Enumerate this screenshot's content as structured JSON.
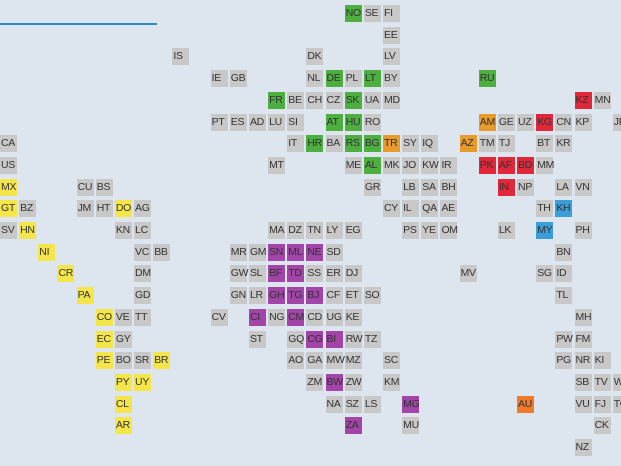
{
  "colors": {
    "background": "#dde6ee",
    "rule": "#2f86c8",
    "default_tile": "#c8c8c8",
    "green": "#4caf3f",
    "yellow": "#f4e64a",
    "purple": "#a244a8",
    "orange": "#e89a2a",
    "red": "#e0283a",
    "blue": "#3a9fd8",
    "bright_orange": "#f07a2a"
  },
  "tiles": [
    {
      "code": "NO",
      "color": "green"
    },
    {
      "code": "SE",
      "color": "default_tile"
    },
    {
      "code": "FI",
      "color": "default_tile"
    },
    {
      "code": "EE",
      "color": "default_tile"
    },
    {
      "code": "IS",
      "color": "default_tile"
    },
    {
      "code": "DK",
      "color": "default_tile"
    },
    {
      "code": "LV",
      "color": "default_tile"
    },
    {
      "code": "IE",
      "color": "default_tile"
    },
    {
      "code": "GB",
      "color": "default_tile"
    },
    {
      "code": "NL",
      "color": "default_tile"
    },
    {
      "code": "DE",
      "color": "green"
    },
    {
      "code": "PL",
      "color": "default_tile"
    },
    {
      "code": "LT",
      "color": "green"
    },
    {
      "code": "BY",
      "color": "default_tile"
    },
    {
      "code": "RU",
      "color": "green"
    },
    {
      "code": "FR",
      "color": "green"
    },
    {
      "code": "BE",
      "color": "default_tile"
    },
    {
      "code": "CH",
      "color": "default_tile"
    },
    {
      "code": "CZ",
      "color": "default_tile"
    },
    {
      "code": "SK",
      "color": "green"
    },
    {
      "code": "UA",
      "color": "default_tile"
    },
    {
      "code": "MD",
      "color": "default_tile"
    },
    {
      "code": "KZ",
      "color": "red"
    },
    {
      "code": "MN",
      "color": "default_tile"
    },
    {
      "code": "PT",
      "color": "default_tile"
    },
    {
      "code": "ES",
      "color": "default_tile"
    },
    {
      "code": "AD",
      "color": "default_tile"
    },
    {
      "code": "LU",
      "color": "default_tile"
    },
    {
      "code": "SI",
      "color": "default_tile"
    },
    {
      "code": "AT",
      "color": "green"
    },
    {
      "code": "HU",
      "color": "green"
    },
    {
      "code": "RO",
      "color": "default_tile"
    },
    {
      "code": "AM",
      "color": "orange"
    },
    {
      "code": "GE",
      "color": "default_tile"
    },
    {
      "code": "UZ",
      "color": "default_tile"
    },
    {
      "code": "KG",
      "color": "red"
    },
    {
      "code": "CN",
      "color": "default_tile"
    },
    {
      "code": "KP",
      "color": "default_tile"
    },
    {
      "code": "JP",
      "color": "default_tile"
    },
    {
      "code": "CA",
      "color": "default_tile"
    },
    {
      "code": "IT",
      "color": "default_tile"
    },
    {
      "code": "HR",
      "color": "green"
    },
    {
      "code": "BA",
      "color": "default_tile"
    },
    {
      "code": "RS",
      "color": "green"
    },
    {
      "code": "BG",
      "color": "green"
    },
    {
      "code": "TR",
      "color": "orange"
    },
    {
      "code": "SY",
      "color": "default_tile"
    },
    {
      "code": "IQ",
      "color": "default_tile"
    },
    {
      "code": "AZ",
      "color": "orange"
    },
    {
      "code": "TM",
      "color": "default_tile"
    },
    {
      "code": "TJ",
      "color": "default_tile"
    },
    {
      "code": "BT",
      "color": "default_tile"
    },
    {
      "code": "KR",
      "color": "default_tile"
    },
    {
      "code": "US",
      "color": "default_tile"
    },
    {
      "code": "MT",
      "color": "default_tile"
    },
    {
      "code": "ME",
      "color": "default_tile"
    },
    {
      "code": "AL",
      "color": "green"
    },
    {
      "code": "MK",
      "color": "default_tile"
    },
    {
      "code": "JO",
      "color": "default_tile"
    },
    {
      "code": "KW",
      "color": "default_tile"
    },
    {
      "code": "IR",
      "color": "default_tile"
    },
    {
      "code": "PK",
      "color": "red"
    },
    {
      "code": "AF",
      "color": "red"
    },
    {
      "code": "BD",
      "color": "red"
    },
    {
      "code": "MM",
      "color": "default_tile"
    },
    {
      "code": "MX",
      "color": "yellow"
    },
    {
      "code": "CU",
      "color": "default_tile"
    },
    {
      "code": "BS",
      "color": "default_tile"
    },
    {
      "code": "GR",
      "color": "default_tile"
    },
    {
      "code": "LB",
      "color": "default_tile"
    },
    {
      "code": "SA",
      "color": "default_tile"
    },
    {
      "code": "BH",
      "color": "default_tile"
    },
    {
      "code": "IN",
      "color": "red"
    },
    {
      "code": "NP",
      "color": "default_tile"
    },
    {
      "code": "LA",
      "color": "default_tile"
    },
    {
      "code": "VN",
      "color": "default_tile"
    },
    {
      "code": "GT",
      "color": "yellow"
    },
    {
      "code": "BZ",
      "color": "default_tile"
    },
    {
      "code": "JM",
      "color": "default_tile"
    },
    {
      "code": "HT",
      "color": "default_tile"
    },
    {
      "code": "DO",
      "color": "yellow"
    },
    {
      "code": "AG",
      "color": "default_tile"
    },
    {
      "code": "CY",
      "color": "default_tile"
    },
    {
      "code": "IL",
      "color": "default_tile"
    },
    {
      "code": "QA",
      "color": "default_tile"
    },
    {
      "code": "AE",
      "color": "default_tile"
    },
    {
      "code": "TH",
      "color": "default_tile"
    },
    {
      "code": "KH",
      "color": "blue"
    },
    {
      "code": "SV",
      "color": "default_tile"
    },
    {
      "code": "HN",
      "color": "yellow"
    },
    {
      "code": "KN",
      "color": "default_tile"
    },
    {
      "code": "LC",
      "color": "default_tile"
    },
    {
      "code": "MA",
      "color": "default_tile"
    },
    {
      "code": "DZ",
      "color": "default_tile"
    },
    {
      "code": "TN",
      "color": "default_tile"
    },
    {
      "code": "LY",
      "color": "default_tile"
    },
    {
      "code": "EG",
      "color": "default_tile"
    },
    {
      "code": "PS",
      "color": "default_tile"
    },
    {
      "code": "YE",
      "color": "default_tile"
    },
    {
      "code": "OM",
      "color": "default_tile"
    },
    {
      "code": "LK",
      "color": "default_tile"
    },
    {
      "code": "MY",
      "color": "blue"
    },
    {
      "code": "PH",
      "color": "default_tile"
    },
    {
      "code": "NI",
      "color": "yellow"
    },
    {
      "code": "VC",
      "color": "default_tile"
    },
    {
      "code": "BB",
      "color": "default_tile"
    },
    {
      "code": "MR",
      "color": "default_tile"
    },
    {
      "code": "GM",
      "color": "default_tile"
    },
    {
      "code": "SN",
      "color": "purple"
    },
    {
      "code": "ML",
      "color": "purple"
    },
    {
      "code": "NE",
      "color": "purple"
    },
    {
      "code": "SD",
      "color": "default_tile"
    },
    {
      "code": "BN",
      "color": "default_tile"
    },
    {
      "code": "CR",
      "color": "yellow"
    },
    {
      "code": "DM",
      "color": "default_tile"
    },
    {
      "code": "GW",
      "color": "default_tile"
    },
    {
      "code": "SL",
      "color": "default_tile"
    },
    {
      "code": "BF",
      "color": "purple"
    },
    {
      "code": "TD",
      "color": "purple"
    },
    {
      "code": "SS",
      "color": "default_tile"
    },
    {
      "code": "ER",
      "color": "default_tile"
    },
    {
      "code": "DJ",
      "color": "default_tile"
    },
    {
      "code": "MV",
      "color": "default_tile"
    },
    {
      "code": "SG",
      "color": "default_tile"
    },
    {
      "code": "ID",
      "color": "default_tile"
    },
    {
      "code": "PA",
      "color": "yellow"
    },
    {
      "code": "GD",
      "color": "default_tile"
    },
    {
      "code": "GN",
      "color": "default_tile"
    },
    {
      "code": "LR",
      "color": "default_tile"
    },
    {
      "code": "GH",
      "color": "purple"
    },
    {
      "code": "TG",
      "color": "purple"
    },
    {
      "code": "BJ",
      "color": "purple"
    },
    {
      "code": "CF",
      "color": "default_tile"
    },
    {
      "code": "ET",
      "color": "default_tile"
    },
    {
      "code": "SO",
      "color": "default_tile"
    },
    {
      "code": "TL",
      "color": "default_tile"
    },
    {
      "code": "CO",
      "color": "yellow"
    },
    {
      "code": "VE",
      "color": "default_tile"
    },
    {
      "code": "TT",
      "color": "default_tile"
    },
    {
      "code": "CV",
      "color": "default_tile"
    },
    {
      "code": "CI",
      "color": "purple"
    },
    {
      "code": "NG",
      "color": "default_tile"
    },
    {
      "code": "CM",
      "color": "purple"
    },
    {
      "code": "CD",
      "color": "default_tile"
    },
    {
      "code": "UG",
      "color": "default_tile"
    },
    {
      "code": "KE",
      "color": "default_tile"
    },
    {
      "code": "MH",
      "color": "default_tile"
    },
    {
      "code": "EC",
      "color": "yellow"
    },
    {
      "code": "GY",
      "color": "default_tile"
    },
    {
      "code": "ST",
      "color": "default_tile"
    },
    {
      "code": "GQ",
      "color": "default_tile"
    },
    {
      "code": "CG",
      "color": "purple"
    },
    {
      "code": "BI",
      "color": "purple"
    },
    {
      "code": "RW",
      "color": "default_tile"
    },
    {
      "code": "TZ",
      "color": "default_tile"
    },
    {
      "code": "PW",
      "color": "default_tile"
    },
    {
      "code": "FM",
      "color": "default_tile"
    },
    {
      "code": "PE",
      "color": "yellow"
    },
    {
      "code": "BO",
      "color": "default_tile"
    },
    {
      "code": "SR",
      "color": "default_tile"
    },
    {
      "code": "BR",
      "color": "yellow"
    },
    {
      "code": "AO",
      "color": "default_tile"
    },
    {
      "code": "GA",
      "color": "default_tile"
    },
    {
      "code": "MW",
      "color": "default_tile"
    },
    {
      "code": "MZ",
      "color": "default_tile"
    },
    {
      "code": "SC",
      "color": "default_tile"
    },
    {
      "code": "PG",
      "color": "default_tile"
    },
    {
      "code": "NR",
      "color": "default_tile"
    },
    {
      "code": "KI",
      "color": "default_tile"
    },
    {
      "code": "PY",
      "color": "yellow"
    },
    {
      "code": "UY",
      "color": "yellow"
    },
    {
      "code": "ZM",
      "color": "default_tile"
    },
    {
      "code": "BW",
      "color": "purple"
    },
    {
      "code": "ZW",
      "color": "default_tile"
    },
    {
      "code": "KM",
      "color": "default_tile"
    },
    {
      "code": "SB",
      "color": "default_tile"
    },
    {
      "code": "TV",
      "color": "default_tile"
    },
    {
      "code": "WS",
      "color": "default_tile"
    },
    {
      "code": "CL",
      "color": "yellow"
    },
    {
      "code": "NA",
      "color": "default_tile"
    },
    {
      "code": "SZ",
      "color": "default_tile"
    },
    {
      "code": "LS",
      "color": "default_tile"
    },
    {
      "code": "MG",
      "color": "purple"
    },
    {
      "code": "AU",
      "color": "bright_orange"
    },
    {
      "code": "VU",
      "color": "default_tile"
    },
    {
      "code": "FJ",
      "color": "default_tile"
    },
    {
      "code": "TO",
      "color": "default_tile"
    },
    {
      "code": "AR",
      "color": "yellow"
    },
    {
      "code": "ZA",
      "color": "purple"
    },
    {
      "code": "MU",
      "color": "default_tile"
    },
    {
      "code": "CK",
      "color": "default_tile"
    },
    {
      "code": "NZ",
      "color": "default_tile"
    }
  ]
}
